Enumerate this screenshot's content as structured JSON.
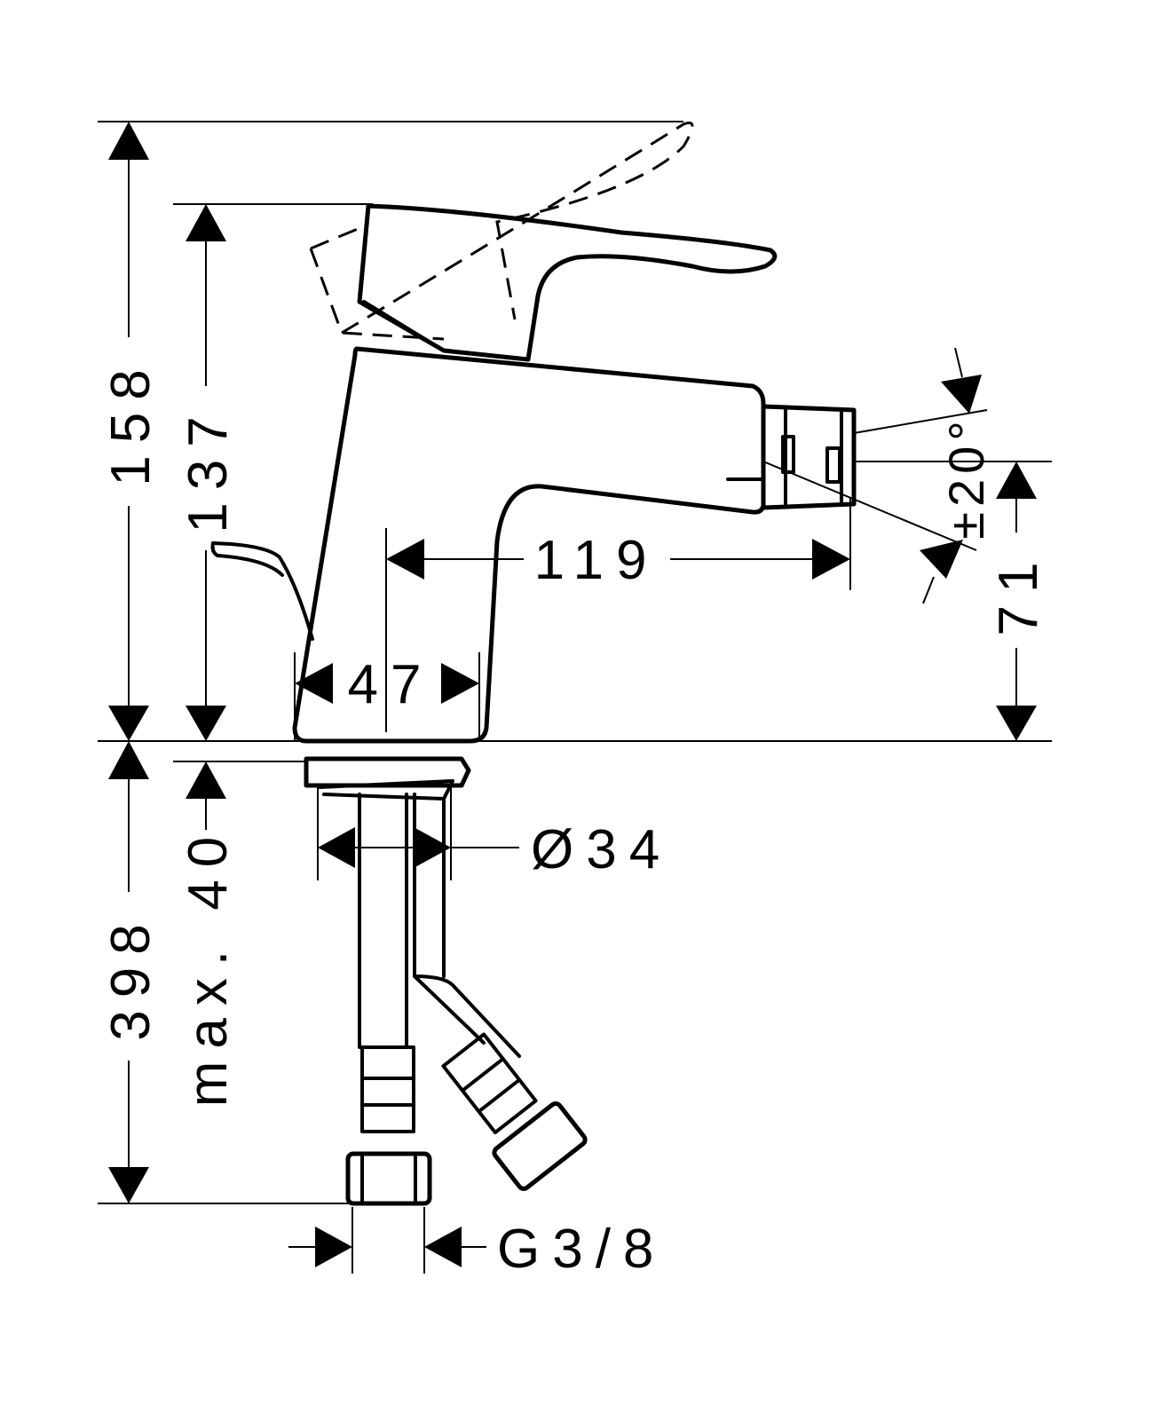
{
  "dimensions": {
    "total_height": "158",
    "lever_height": "137",
    "spout_reach": "119",
    "base_width": "47",
    "spout_height": "71",
    "aerator_swivel": "±20°",
    "shank_diameter": "Ø34",
    "max_deck_thickness": "max. 40",
    "hose_length": "398",
    "connection_thread": "G3/8"
  },
  "colors": {
    "line": "#000000",
    "background": "#ffffff"
  }
}
